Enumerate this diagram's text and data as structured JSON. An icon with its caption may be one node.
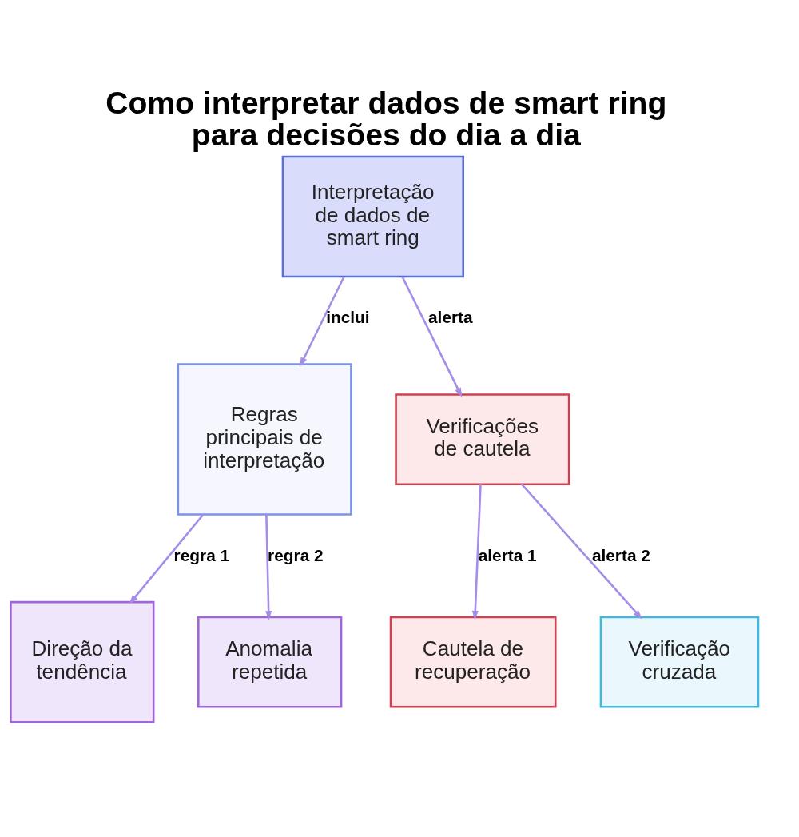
{
  "diagram": {
    "title": "Como interpretar dados de smart ring para decisões do dia a dia",
    "nodes": [
      {
        "text": [
          "Interpretação de dados de smart ring"
        ]
      },
      {
        "text": [
          "Regras principais de interpretação"
        ]
      },
      {
        "text": [
          "Verificações de cautela"
        ]
      },
      {
        "text": [
          "Direção da tendência"
        ]
      },
      {
        "text": [
          "Anomalia repetida"
        ]
      },
      {
        "text": [
          "Cautela de recuperação"
        ]
      },
      {
        "text": [
          "Verificação cruzada"
        ]
      }
    ],
    "edges": [
      {
        "from": 0,
        "to": 1,
        "arrow": "to",
        "label": "inclui"
      },
      {
        "from": 0,
        "to": 2,
        "arrow": "to",
        "label": "alerta"
      },
      {
        "from": 1,
        "to": 3,
        "arrow": "to",
        "label": "regra 1"
      },
      {
        "from": 1,
        "to": 4,
        "arrow": "to",
        "label": "regra 2"
      },
      {
        "from": 2,
        "to": 5,
        "arrow": "to",
        "label": "alerta 1"
      },
      {
        "from": 2,
        "to": 6,
        "arrow": "to",
        "label": "alerta 2"
      }
    ]
  }
}
